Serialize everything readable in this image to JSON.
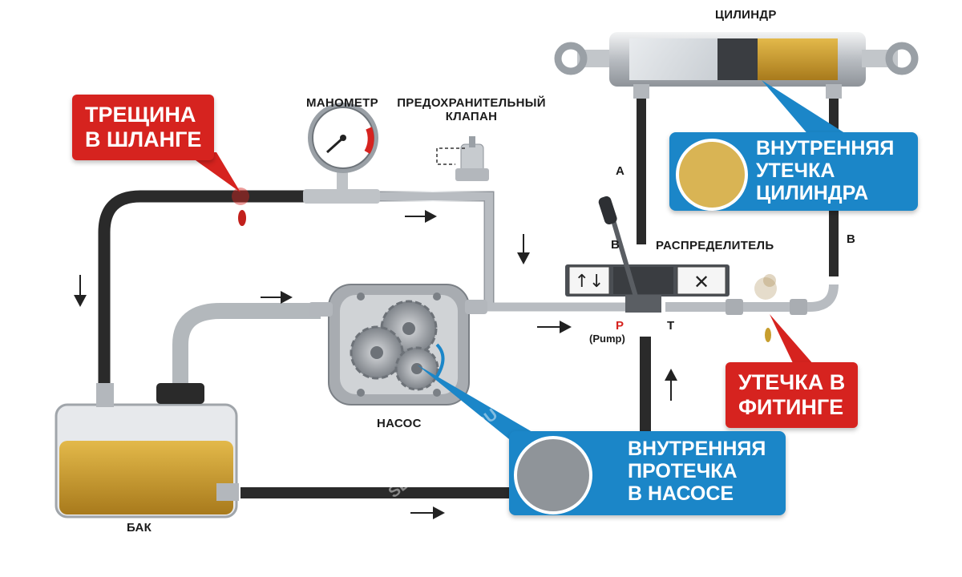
{
  "labels": {
    "cylinder": "ЦИЛИНДР",
    "gauge": "МАНОМЕТР",
    "relief_valve_line1": "ПРЕДОХРАНИТЕЛЬНЫЙ",
    "relief_valve_line2": "КЛАПАН",
    "distributor": "РАСПРЕДЕЛИТЕЛЬ",
    "pump": "НАСОС",
    "tank": "БАК"
  },
  "ports": {
    "a": "А",
    "b_left": "В",
    "b_right": "В",
    "p": "Р",
    "p_sub": "(Pump)",
    "t": "Т"
  },
  "callouts": {
    "hose_crack": {
      "line1": "ТРЕЩИНА",
      "line2": "В ШЛАНГЕ"
    },
    "fitting_leak": {
      "line1": "УТЕЧКА В",
      "line2": "ФИТИНГЕ"
    },
    "cylinder_leak": {
      "line1": "ВНУТРЕННЯЯ",
      "line2": "УТЕЧКА",
      "line3": "ЦИЛИНДРА"
    },
    "pump_leak": {
      "line1": "ВНУТРЕННЯЯ",
      "line2": "ПРОТЕЧКА",
      "line3": "В НАСОСЕ"
    }
  },
  "watermark": "SDMK-PARTS.RU",
  "colors": {
    "red_callout": "#d6231f",
    "blue_callout": "#1b86c8",
    "hose": "#2a2a2a",
    "steel": "#c9ccd0",
    "oil": "#c99a2a"
  }
}
